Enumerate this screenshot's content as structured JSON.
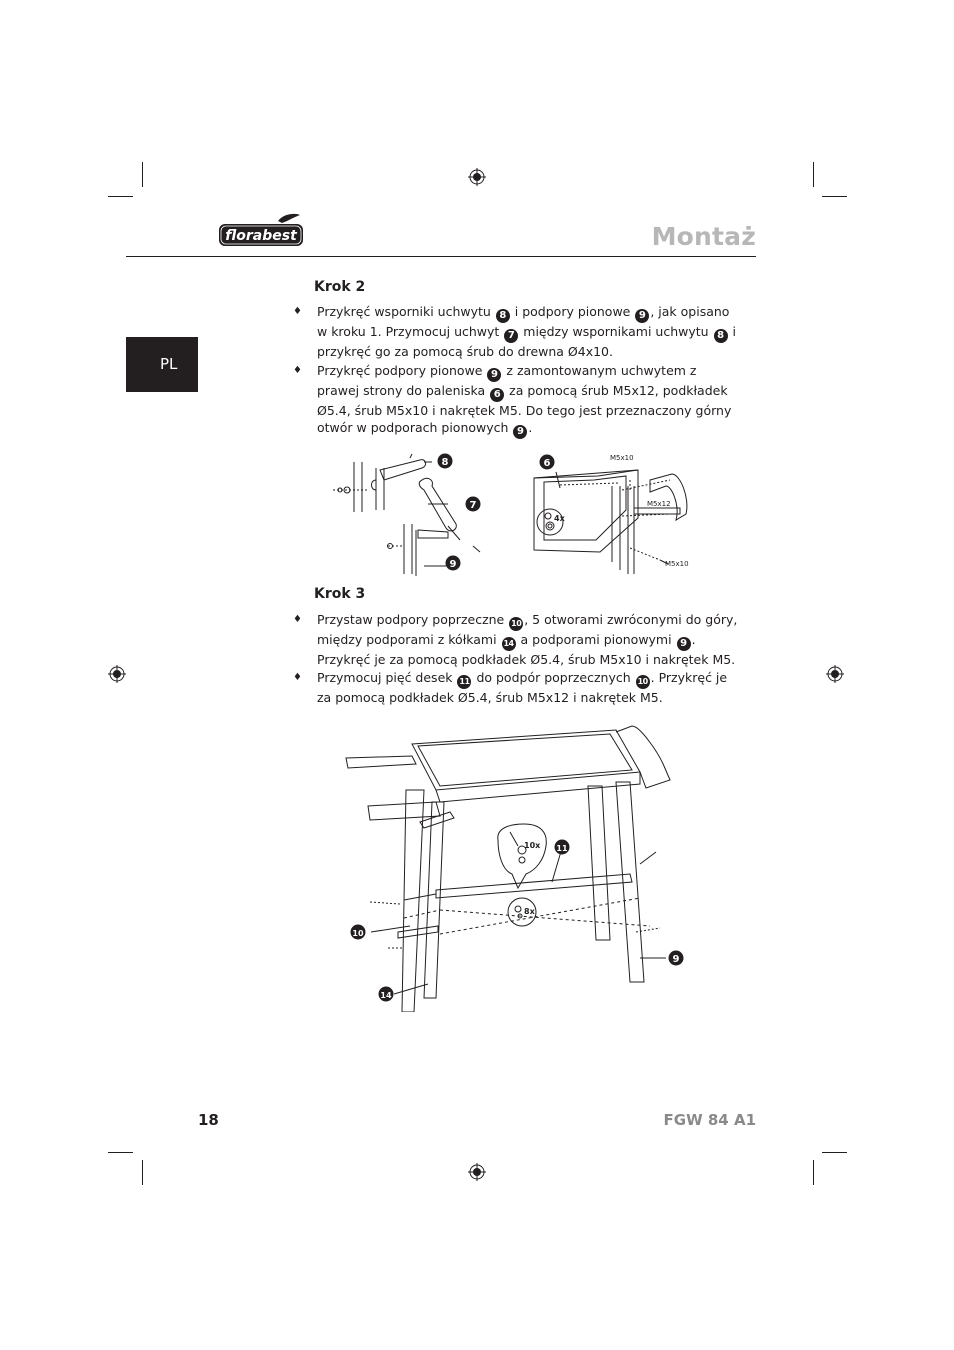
{
  "header": {
    "logo_text": "florabest",
    "title": "Montaż"
  },
  "language_tab": "PL",
  "steps": [
    {
      "heading": "Krok 2",
      "paragraphs": [
        {
          "segments": [
            "Przykręć wsporniki uchwytu ",
            {
              "n": "8"
            },
            " i podpory pionowe ",
            {
              "n": "9"
            },
            ", jak opisano w kroku 1. Przymocuj uchwyt ",
            {
              "n": "7"
            },
            " między wspornikami uchwytu ",
            {
              "n": "8"
            },
            " i przykręć go za pomocą śrub do drewna Ø4x10."
          ]
        },
        {
          "segments": [
            "Przykręć podpory pionowe ",
            {
              "n": "9"
            },
            " z zamontowanym uchwytem z prawej strony do paleniska ",
            {
              "n": "6"
            },
            " za pomocą śrub M5x12, podkładek Ø5.4, śrub M5x10 i nakrętek M5. Do tego jest przeznaczony górny otwór w podporach pionowych ",
            {
              "n": "9"
            },
            "."
          ]
        }
      ]
    },
    {
      "heading": "Krok 3",
      "paragraphs": [
        {
          "segments": [
            "Przystaw podpory poprzeczne ",
            {
              "n": "10"
            },
            ", 5 otworami zwróconymi do góry, między podporami z kółkami ",
            {
              "n": "14"
            },
            " a podporami pionowymi ",
            {
              "n": "9"
            },
            ". Przykręć je za pomocą podkładek Ø5.4, śrub M5x10 i nakrętek M5."
          ]
        },
        {
          "segments": [
            "Przymocuj pięć desek ",
            {
              "n": "11"
            },
            " do podpór poprzecznych ",
            {
              "n": "10"
            },
            ". Przykręć je za pomocą podkładek Ø5.4, śrub M5x12 i nakrętek M5."
          ]
        }
      ]
    }
  ],
  "bullet_symbol": "♦",
  "figure_step2": {
    "callouts": [
      "8",
      "7",
      "9",
      "6"
    ],
    "labels": [
      "M5x10",
      "M5x12",
      "M5x10",
      "4x"
    ]
  },
  "figure_step3": {
    "callouts": [
      "11",
      "10",
      "14",
      "9"
    ],
    "labels": [
      "10x",
      "8x"
    ]
  },
  "footer": {
    "page_number": "18",
    "model": "FGW 84 A1"
  }
}
